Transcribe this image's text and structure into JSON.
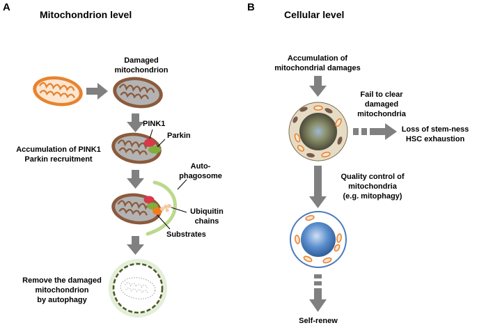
{
  "panel_a": {
    "letter": "A",
    "title": "Mitochondrion level",
    "damaged_label_1": "Damaged",
    "damaged_label_2": "mitochondrion",
    "pink1": "PINK1",
    "parkin": "Parkin",
    "accumulation_1": "Accumulation of PINK1",
    "accumulation_2": "Parkin recruitment",
    "autophagosome_1": "Auto-",
    "autophagosome_2": "phagosome",
    "ubiquitin_1": "Ubiquitin",
    "ubiquitin_2": "chains",
    "substrates": "Substrates",
    "remove_1": "Remove the damaged",
    "remove_2": "mitochondrion",
    "remove_3": "by autophagy"
  },
  "panel_b": {
    "letter": "B",
    "title": "Cellular level",
    "accumulation_1": "Accumulation of",
    "accumulation_2": "mitochondrial damages",
    "fail_1": "Fail to clear",
    "fail_2": "damaged",
    "fail_3": "mitochondria",
    "loss_1": "Loss of stem-ness",
    "loss_2": "HSC exhaustion",
    "quality_1": "Quality control of",
    "quality_2": "mitochondria",
    "quality_3": "(e.g. mitophagy)",
    "self_renew": "Self-renew"
  },
  "colors": {
    "mito_healthy_outer": "#e8832e",
    "mito_damaged_outer": "#8b5a3c",
    "mito_matrix": "#b0b0b0",
    "pink1": "#d8384a",
    "parkin": "#7fae3a",
    "substrate": "#f07d1c",
    "ubiquitin": "#f5c9a6",
    "autophagosome": "#bcd98e",
    "arrow": "#808080",
    "cell_damaged_outer": "#e6dcc5",
    "cell_healthy_outer": "#4a7abf",
    "nucleus_healthy": "#4f86c8"
  }
}
